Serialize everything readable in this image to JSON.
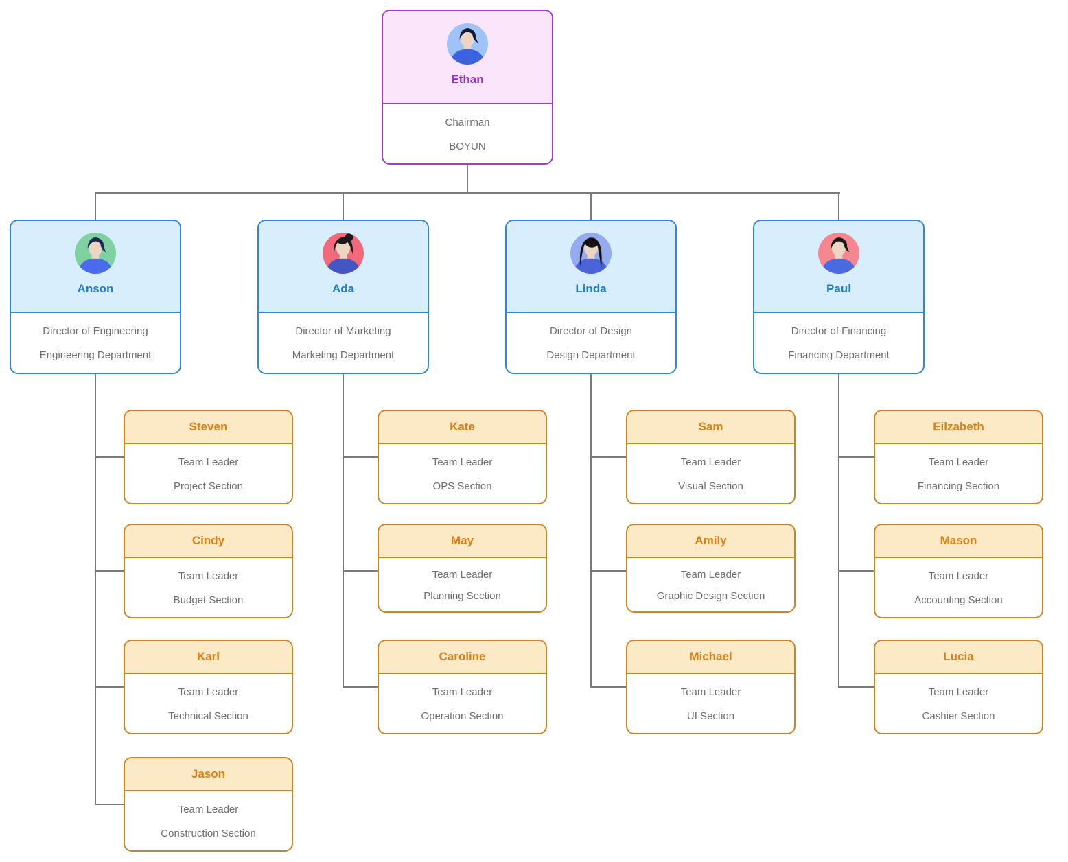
{
  "palette": {
    "root_border": "#a43ccb",
    "root_header_bg": "#fbe5fb",
    "root_name_text": "#9233cb",
    "director_border": "#2f86dc",
    "director_header_bg": "#d9eefc",
    "director_name_text": "#1e7dd1",
    "leaf_border": "#d28220",
    "leaf_header_bg": "#fceac6",
    "leaf_name_text": "#dd7f15",
    "body_text": "#6e6e6e",
    "connector": "#7a7a7a",
    "card_bg": "#ffffff"
  },
  "org": {
    "root": {
      "name": "Ethan",
      "role": "Chairman",
      "unit": "BOYUN",
      "avatar": {
        "bg": "#9fc2f7",
        "hair": "#151c36",
        "skin": "#ead6c2",
        "shirt": "#3d62e0"
      },
      "children": [
        {
          "name": "Anson",
          "role": "Director of Engineering",
          "unit": "Engineering Department",
          "avatar": {
            "bg": "#7fd1a1",
            "hair": "#1b2a55",
            "skin": "#ead6c2",
            "shirt": "#4a6beb"
          },
          "children": [
            {
              "name": "Steven",
              "role": "Team Leader",
              "unit": "Project Section"
            },
            {
              "name": "Cindy",
              "role": "Team Leader",
              "unit": "Budget Section"
            },
            {
              "name": "Karl",
              "role": "Team Leader",
              "unit": "Technical Section"
            },
            {
              "name": "Jason",
              "role": "Team Leader",
              "unit": "Construction Section"
            }
          ]
        },
        {
          "name": "Ada",
          "role": "Director of Marketing",
          "unit": "Marketing Department",
          "avatar": {
            "bg": "#f2697c",
            "hair": "#1a1a1a",
            "skin": "#ead6c2",
            "shirt": "#4456c4"
          },
          "children": [
            {
              "name": "Kate",
              "role": "Team Leader",
              "unit": "OPS Section"
            },
            {
              "name": "May",
              "role": "Team Leader",
              "unit": "Planning Section"
            },
            {
              "name": "Caroline",
              "role": "Team Leader",
              "unit": "Operation Section"
            }
          ]
        },
        {
          "name": "Linda",
          "role": "Director of Design",
          "unit": "Design Department",
          "avatar": {
            "bg": "#96abee",
            "hair": "#131313",
            "skin": "#ead6c2",
            "shirt": "#4a63d8"
          },
          "children": [
            {
              "name": "Sam",
              "role": "Team Leader",
              "unit": "Visual Section"
            },
            {
              "name": "Amily",
              "role": "Team Leader",
              "unit": "Graphic Design Section"
            },
            {
              "name": "Michael",
              "role": "Team Leader",
              "unit": "UI Section"
            }
          ]
        },
        {
          "name": "Paul",
          "role": "Director of Financing",
          "unit": "Financing Department",
          "avatar": {
            "bg": "#f58790",
            "hair": "#1a1a1a",
            "skin": "#ead6c2",
            "shirt": "#4a6be0"
          },
          "children": [
            {
              "name": "Eilzabeth",
              "role": "Team Leader",
              "unit": "Financing Section"
            },
            {
              "name": "Mason",
              "role": "Team Leader",
              "unit": "Accounting Section"
            },
            {
              "name": "Lucia",
              "role": "Team Leader",
              "unit": "Cashier Section"
            }
          ]
        }
      ]
    }
  }
}
